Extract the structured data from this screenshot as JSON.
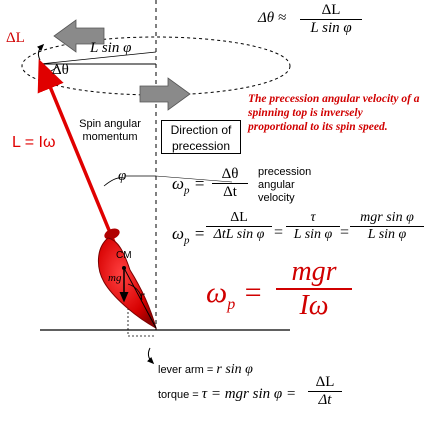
{
  "labels": {
    "delta_L": "ΔL",
    "L_sin_phi": "L sin φ",
    "delta_theta": "Δθ",
    "L_eq_I_omega": "L = Iω",
    "spin_angular_momentum_line1": "Spin angular",
    "spin_angular_momentum_line2": "momentum",
    "phi": "φ",
    "cm": "CM",
    "mg": "mg",
    "r": "r",
    "direction_line1": "Direction of",
    "direction_line2": "precession",
    "precession_note": "The precession angular velocity of a spinning top is inversely proportional to its spin speed.",
    "precession_angular_velocity_1": "precession",
    "precession_angular_velocity_2": "angular",
    "precession_angular_velocity_3": "velocity",
    "lever_arm_label": "lever arm =",
    "lever_arm_expr": "r sin φ",
    "torque_label": "torque =",
    "torque_expr": "τ = mgr sin φ =",
    "omega_p_big": "ω",
    "omega_p_sub": "p"
  },
  "formulas": {
    "top_left": "Δθ ≈",
    "top_num": "ΔL",
    "top_den": "L sin φ",
    "wp1_lhs": "ω",
    "wp1_num": "Δθ",
    "wp1_den": "Δt",
    "wp2_num1": "ΔL",
    "wp2_den1": "ΔtL sin φ",
    "wp2_num2": "τ",
    "wp2_den2": "L sin φ",
    "wp2_num3": "mgr sin φ",
    "wp2_den3": "L sin φ",
    "big_num": "mgr",
    "big_den": "Iω",
    "torque_num": "ΔL",
    "torque_den": "Δt"
  },
  "colors": {
    "red": "#e00000",
    "dark_red": "#b00000",
    "gray_arrow": "#8a8a8a"
  }
}
